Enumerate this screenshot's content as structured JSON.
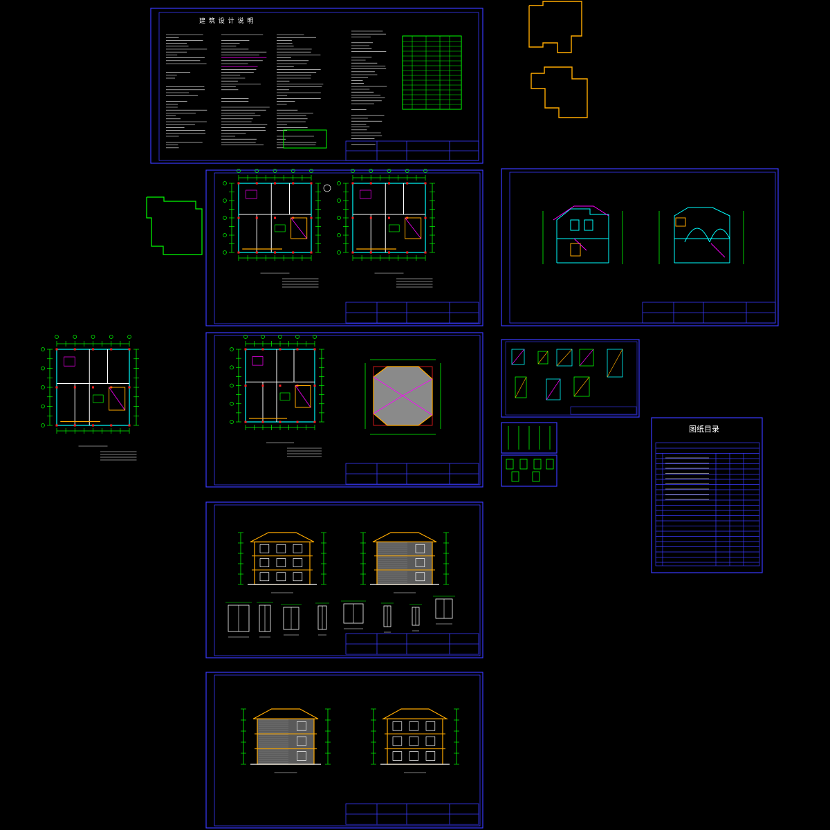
{
  "drawing_set": {
    "sheets": [
      {
        "id": "sheet-design-notes",
        "title": "建 筑 设 计 说 明"
      },
      {
        "id": "sheet-floor-plans-1"
      },
      {
        "id": "sheet-sections"
      },
      {
        "id": "sheet-floor-plans-2"
      },
      {
        "id": "sheet-elevations-1"
      },
      {
        "id": "sheet-elevations-2"
      },
      {
        "id": "sheet-details"
      },
      {
        "id": "sheet-details-small-1"
      },
      {
        "id": "sheet-details-small-2"
      },
      {
        "id": "sheet-drawing-index",
        "title": "图纸目录"
      }
    ]
  },
  "colors": {
    "background": "#000000",
    "sheet_border": "#3a3aff",
    "dimension_green": "#00ff00",
    "wall_cyan": "#00ffff",
    "outline_orange": "#ffaa00",
    "highlight_magenta": "#ff00ff",
    "wall_red": "#ff2020",
    "text_white": "#ffffff",
    "hatch_grey": "#9a9a9a"
  }
}
